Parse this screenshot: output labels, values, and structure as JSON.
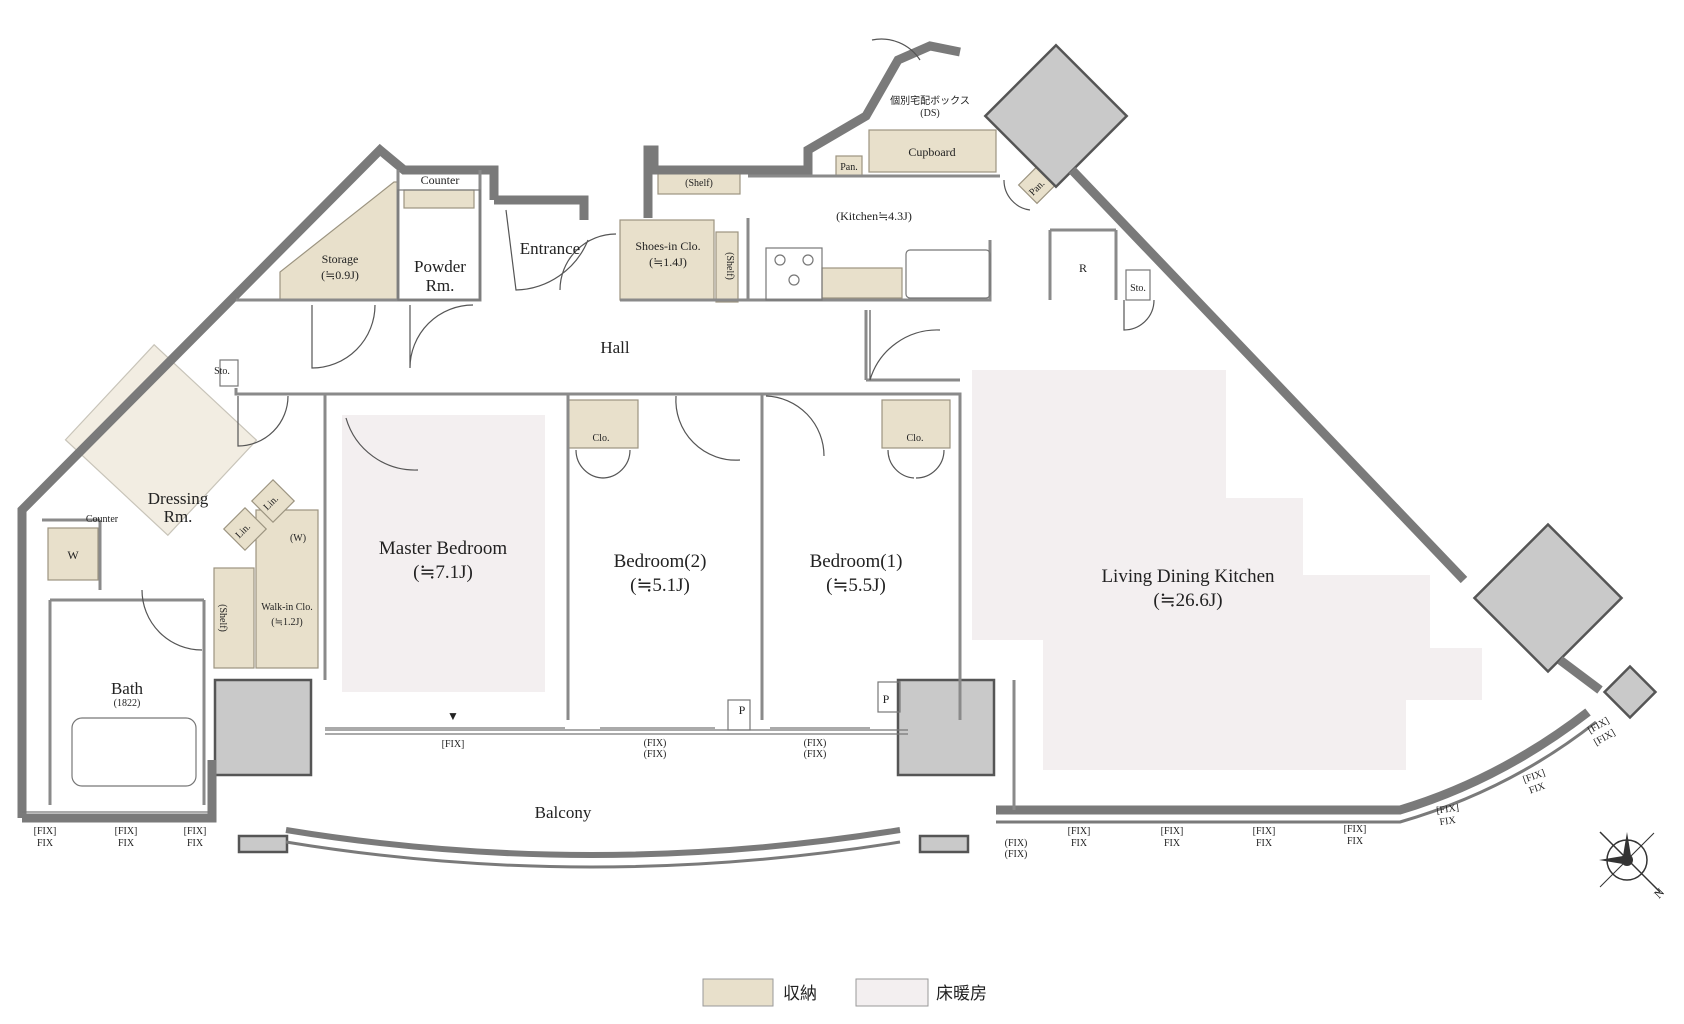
{
  "rooms": {
    "storage": {
      "name": "Storage",
      "area": "(≒0.9J)"
    },
    "counter_top": "Counter",
    "powder": {
      "line1": "Powder",
      "line2": "Rm."
    },
    "entrance": "Entrance",
    "shelf": "(Shelf)",
    "shoes": {
      "name": "Shoes-in Clo.",
      "area": "(≒1.4J)"
    },
    "pan": "Pan.",
    "cupboard": "Cupboard",
    "ds": {
      "line1": "個別宅配ボックス",
      "line2": "(DS)"
    },
    "kitchen": "(Kitchen≒4.3J)",
    "fridge": "R",
    "sto": "Sto.",
    "hall": "Hall",
    "clo": "Clo.",
    "dressing": {
      "line1": "Dressing",
      "line2": "Rm."
    },
    "counter_left": "Counter",
    "washer": "W",
    "lin": "Lin.",
    "w_small": "(W)",
    "walkin": {
      "name": "Walk-in Clo.",
      "area": "(≒1.2J)"
    },
    "master": {
      "name": "Master Bedroom",
      "area": "(≒7.1J)"
    },
    "bedroom2": {
      "name": "Bedroom(2)",
      "area": "(≒5.1J)"
    },
    "bedroom1": {
      "name": "Bedroom(1)",
      "area": "(≒5.5J)"
    },
    "ldk": {
      "name": "Living Dining Kitchen",
      "area": "(≒26.6J)"
    },
    "bath": {
      "name": "Bath",
      "size": "(1822)"
    },
    "balcony": "Balcony",
    "p": "P",
    "arrow": "▼"
  },
  "windows": {
    "fix": "FIX",
    "fix_br": "[FIX]",
    "fix_pr": "(FIX)"
  },
  "compass": {
    "north": "N"
  },
  "legend": {
    "storage_label": "収納",
    "heating_label": "床暖房",
    "storage_color": "#e8e0cb",
    "heating_color": "#f3eff0"
  }
}
